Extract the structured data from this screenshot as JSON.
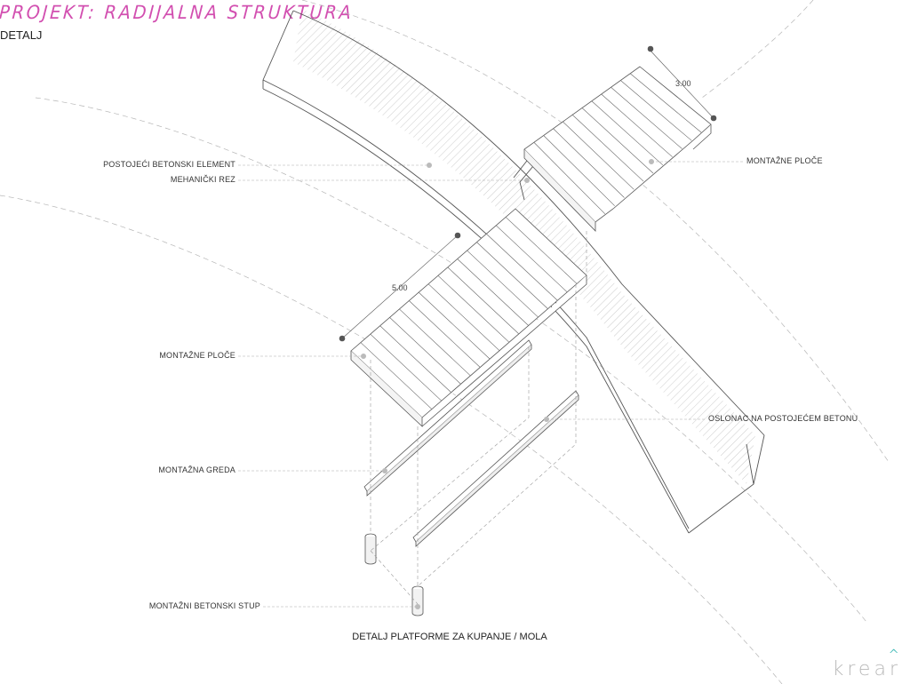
{
  "header": {
    "title": "PROJEKT: RADIJALNA STRUKTURA",
    "subtitle": "DETALJ"
  },
  "dimensions": {
    "width_top": "3.00",
    "length": "5.00"
  },
  "labels": {
    "existing_element": "POSTOJEĆI BETONSKI ELEMENT",
    "mechanical_cut": "MEHANIČKI REZ",
    "plates_left": "MONTAŽNE PLOČE",
    "beam": "MONTAŽNA GREDA",
    "column": "MONTAŽNI BETONSKI STUP",
    "plates_right": "MONTAŽNE PLOČE",
    "support": "OSLONAC NA POSTOJEĆEM BETONU"
  },
  "caption": "DETALJ PLATFORME ZA KUPANJE / MOLA",
  "logo": "krear",
  "colors": {
    "title": "#d24fb0",
    "line": "#555555",
    "leader": "#9a9a9a",
    "logo_accent": "#39b7b4"
  }
}
